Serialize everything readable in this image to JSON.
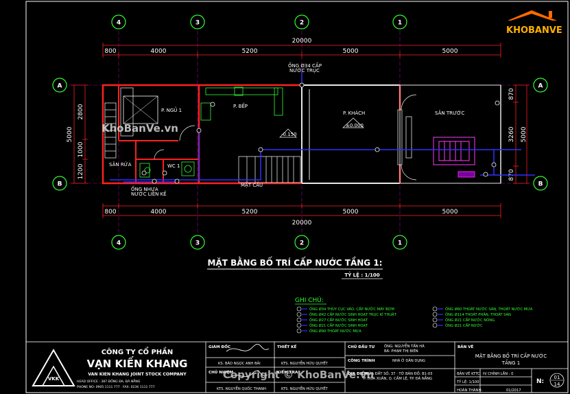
{
  "grid": {
    "axes_top": [
      "4",
      "3",
      "2",
      "1"
    ],
    "axes_bottom": [
      "4",
      "3",
      "2",
      "1"
    ],
    "axes_side": [
      "A",
      "B"
    ]
  },
  "dimensions": {
    "top_total": "20000",
    "top_parts": [
      "800",
      "4000",
      "5200",
      "5000",
      "5000"
    ],
    "bottom_total": "20000",
    "bottom_parts": [
      "800",
      "4000",
      "5200",
      "5000",
      "5000"
    ],
    "left_total": "5000",
    "left_parts": [
      "2800",
      "1000",
      "1200"
    ],
    "right_total": "5000",
    "right_parts": [
      "870",
      "3260",
      "870"
    ]
  },
  "rooms": {
    "bedroom": "P. NGỦ 1",
    "kitchen": "P. BẾP",
    "living": "P. KHÁCH",
    "wc": "WC 1",
    "laundry": "SÂN RỬA",
    "front_yard": "SÂN TRƯỚC",
    "level_1": "-0.150",
    "level_2": "±0.000"
  },
  "annotations": {
    "supply_note": [
      "ỐNG Ø34 CẤP",
      "NƯỚC TRỤC"
    ],
    "rain_note": [
      "ỐNG NHỰA",
      "NƯỚC LIÊN KẾ"
    ],
    "stair": "MẶT CẦU"
  },
  "drawing": {
    "title": "MẶT BẰNG BỐ TRÍ CẤP NƯỚC TẦNG 1:",
    "scale": "TỶ LỆ : 1/100"
  },
  "legend": {
    "heading": "GHI CHÚ:",
    "left_items": [
      "ỐNG Ø34 THỦY CỤC VÀO, CẤP NƯỚC MÁY BƠM",
      "ỐNG Ø42 CẤP NƯỚC SINH HOẠT TRỤC KĨ THUẬT",
      "ỐNG Ø27 CẤP NƯỚC SINH HOẠT",
      "ỐNG Ø21 CẤP NƯỚC SINH HOẠT",
      "ỐNG Ø90 THOÁT NƯỚC MƯA"
    ],
    "right_items": [
      "ỐNG Ø60 THOÁT NƯỚC SÀN, THOÁT NƯỚC MƯA",
      "ỐNG Ø114 THOÁT PHÂN, THOÁT SÀN",
      "ỐNG Ø21 CẤP NƯỚC NÓNG",
      "ỐNG Ø21 CẤP NƯỚC"
    ]
  },
  "title_block": {
    "company_line1": "CÔNG TY CỔ PHẦN",
    "company_line2": "VẠN KIẾN KHANG",
    "company_en": "VAN KIEN KHANG JOINT STOCK COMPANY",
    "head_office": "HEAD OFFICE : 387 ĐỐNG ĐA, ĐÀ NẴNG",
    "phone": "PHONE NO: 0905 1111 777 · FAX: 0236 1111 777",
    "col_director": "GIÁM ĐỐC",
    "director_name": "KS. BÁO NGỌC ANH BẢI",
    "col_chair": "CHỦ NHIỆM",
    "chair_name": "KTS. NGUYỄN QUỐC THANH",
    "col_design": "THIẾT KẾ",
    "designer_1": "KTS. NGUYỄN HỮU QUYẾT",
    "col_check": "KIỂM TRA",
    "designer_2": "KTS. NGUYỄN HỮU QUYẾT",
    "col_owner": "CHỦ ĐẦU TƯ",
    "owner_value": "ÔNG: NGUYỄN TẤN HÀ\nBÀ: PHẠM THỊ BIÊN",
    "col_project": "CÔNG TRÌNH",
    "project_value": "NHÀ Ở DÂN DỤNG",
    "col_location": "ĐỊA ĐIỂM",
    "location_value": "THỬA ĐẤT SỐ: 37 · TỜ BẢN ĐỒ: B1-03\nP. HÒA XUÂN, Q. CẨM LỆ, TP. ĐÀ NẴNG",
    "col_sheet": "BẢN VẼ",
    "sheet_title_1": "MẶT BẰNG BỐ TRÍ CẤP NƯỚC",
    "sheet_title_2": "TẦNG 1",
    "phase_label": "BẢN VẼ KTTC",
    "phase_value": "H/ CHỈNH LẦN : 0",
    "scale_label": "TỶ LỆ: 1/100",
    "date_label": "HOÀN THÀNH:",
    "date_value": "01/2017",
    "sheet_no_label": "N:",
    "sheet_no": "01",
    "sheet_total": "14"
  },
  "watermark": {
    "brand": "KHOBANVE",
    "mid": "KhoBanVe.vn",
    "bottom": "Copyright © KhoBanVe.vn"
  },
  "colors": {
    "wall": "#e8e8e8",
    "red_wall": "#ff2020",
    "pipe_blue": "#3030ff",
    "grid_line": "#c000c0",
    "legend": "#33ff33",
    "dim": "#ff2020",
    "frame": "#ffffff"
  }
}
